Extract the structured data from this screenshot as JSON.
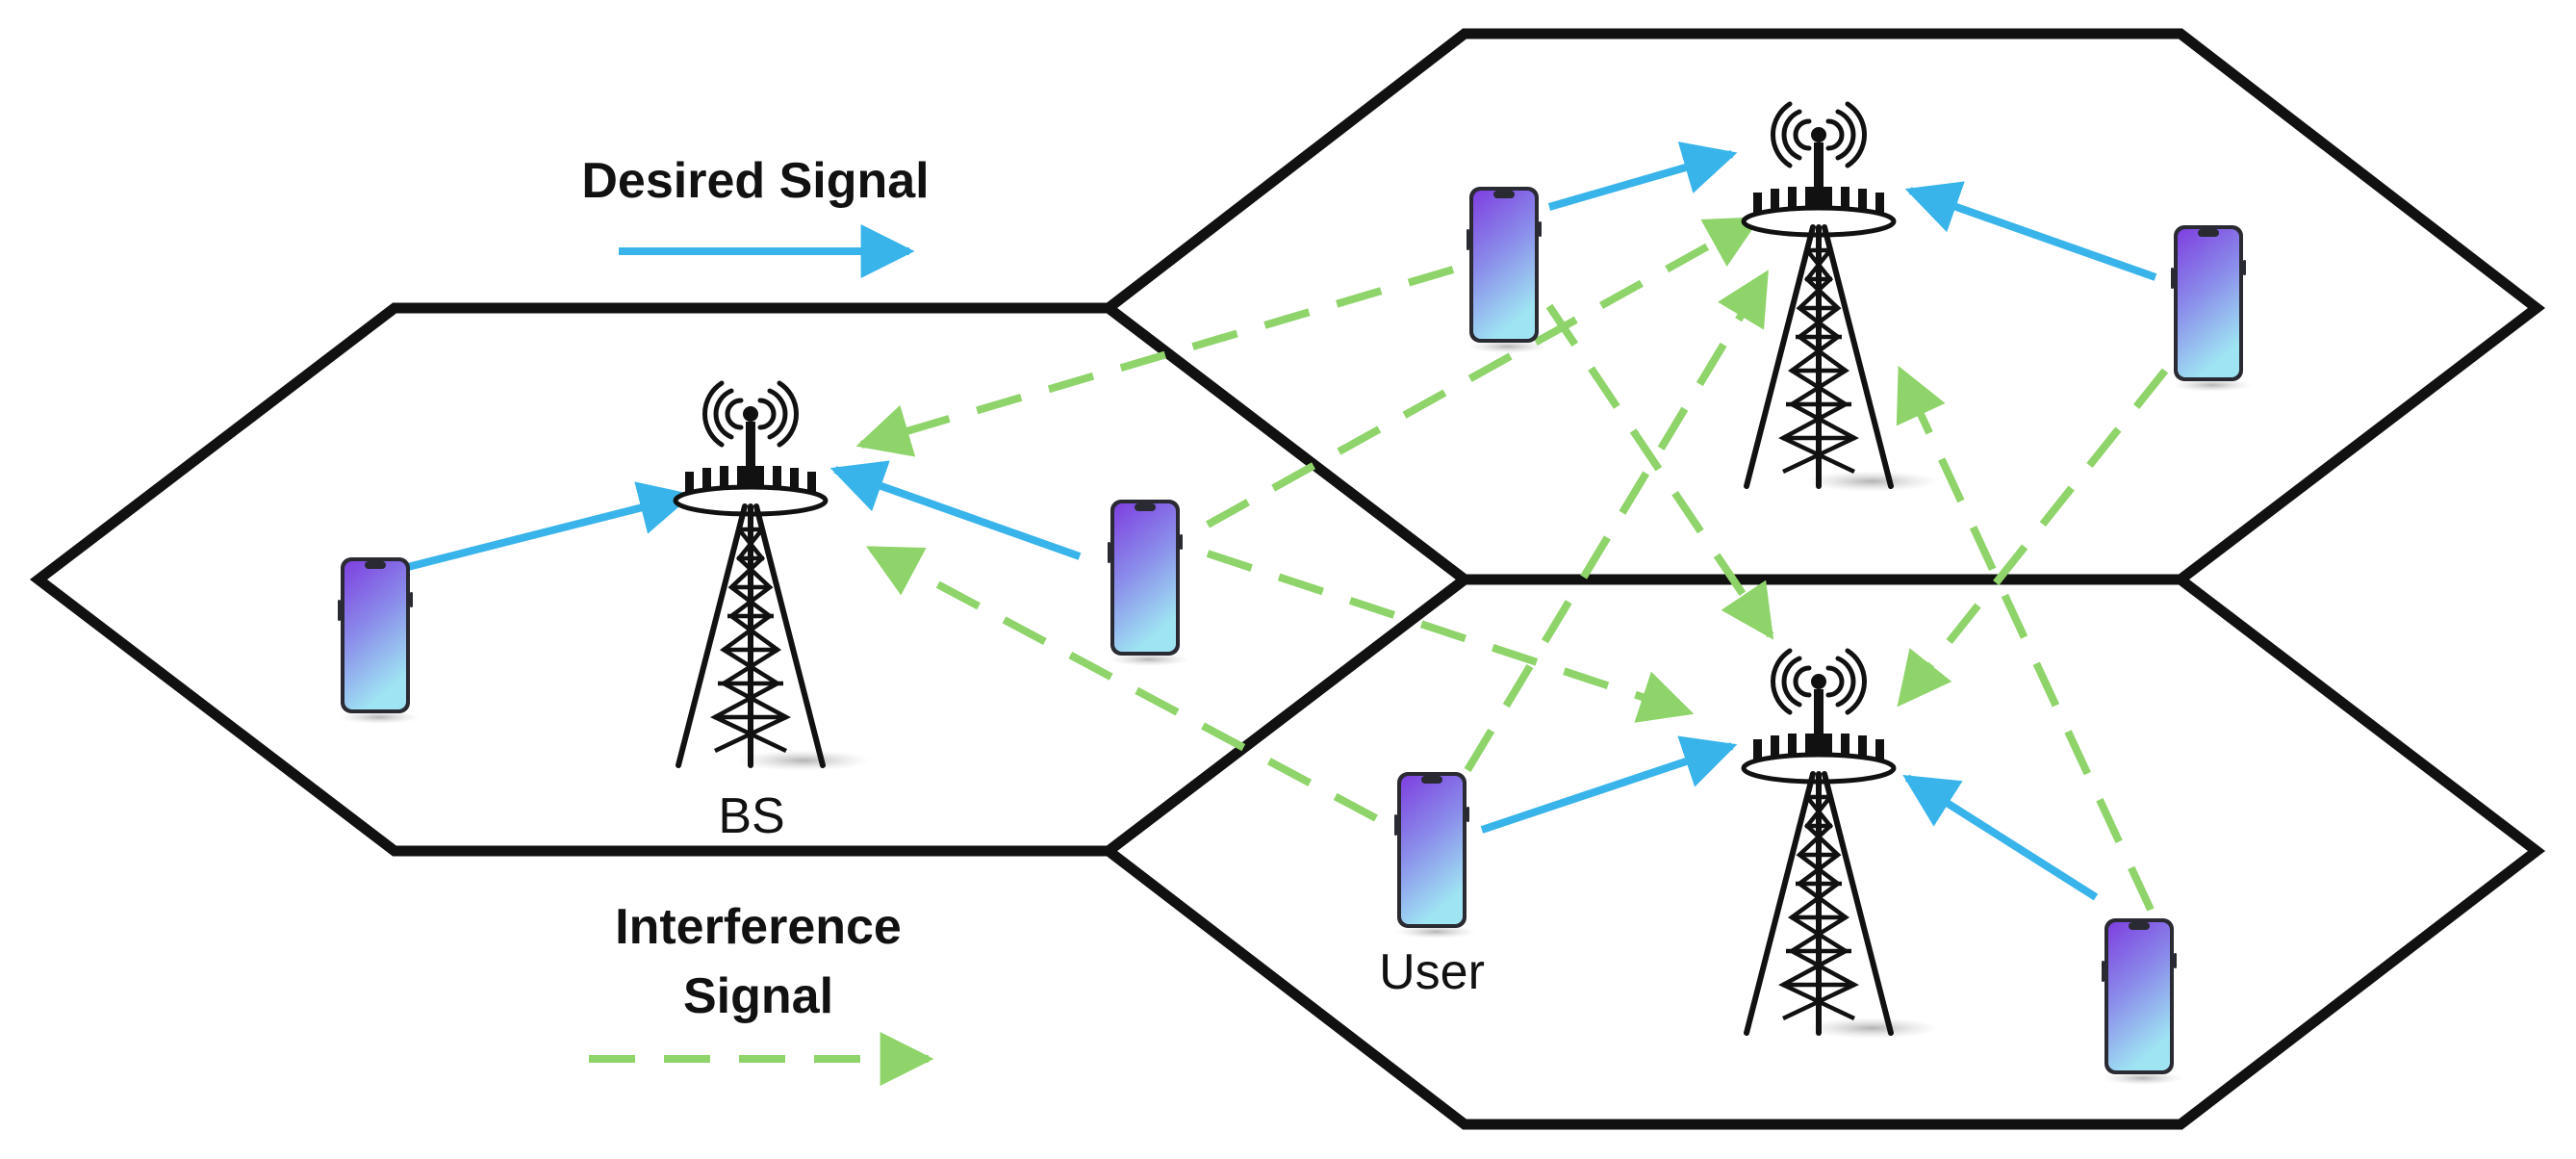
{
  "legend": {
    "desired_label": "Desired Signal",
    "interference_label_line1": "Interference",
    "interference_label_line2": "Signal"
  },
  "labels": {
    "bs": "BS",
    "user": "User"
  },
  "colors": {
    "desired": "#38b4ea",
    "interference": "#8fd46a",
    "cell_border": "#111111",
    "tower": "#111111",
    "phone_frame": "#2a2a33",
    "phone_screen_top": "#7e3fe0",
    "phone_screen_bottom": "#9fe4f3"
  },
  "icons": {
    "base_station": "cell-tower-icon",
    "user_equipment": "smartphone-icon"
  }
}
